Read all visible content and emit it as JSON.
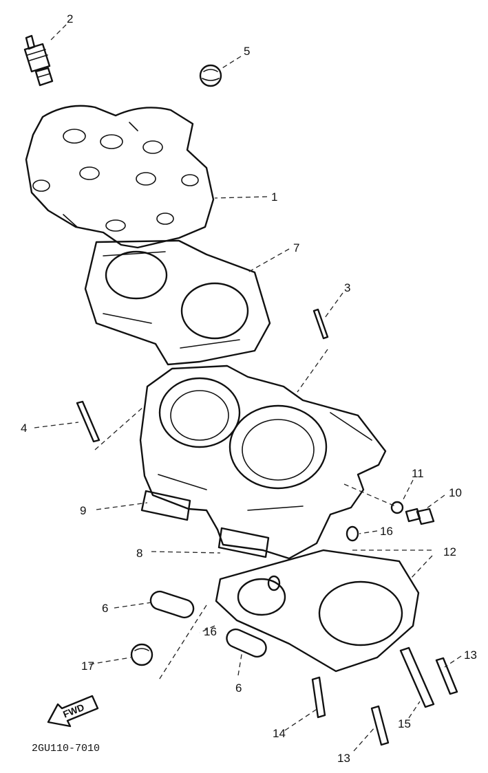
{
  "callouts": {
    "p1": "1",
    "p2": "2",
    "p3": "3",
    "p4": "4",
    "p5": "5",
    "p6a": "6",
    "p6b": "6",
    "p7": "7",
    "p8": "8",
    "p9": "9",
    "p10": "10",
    "p11": "11",
    "p12": "12",
    "p13a": "13",
    "p13b": "13",
    "p14": "14",
    "p15": "15",
    "p16a": "16",
    "p16b": "16",
    "p17": "17"
  },
  "fwd_label": "FWD",
  "drawing_code": "2GU110-7010"
}
